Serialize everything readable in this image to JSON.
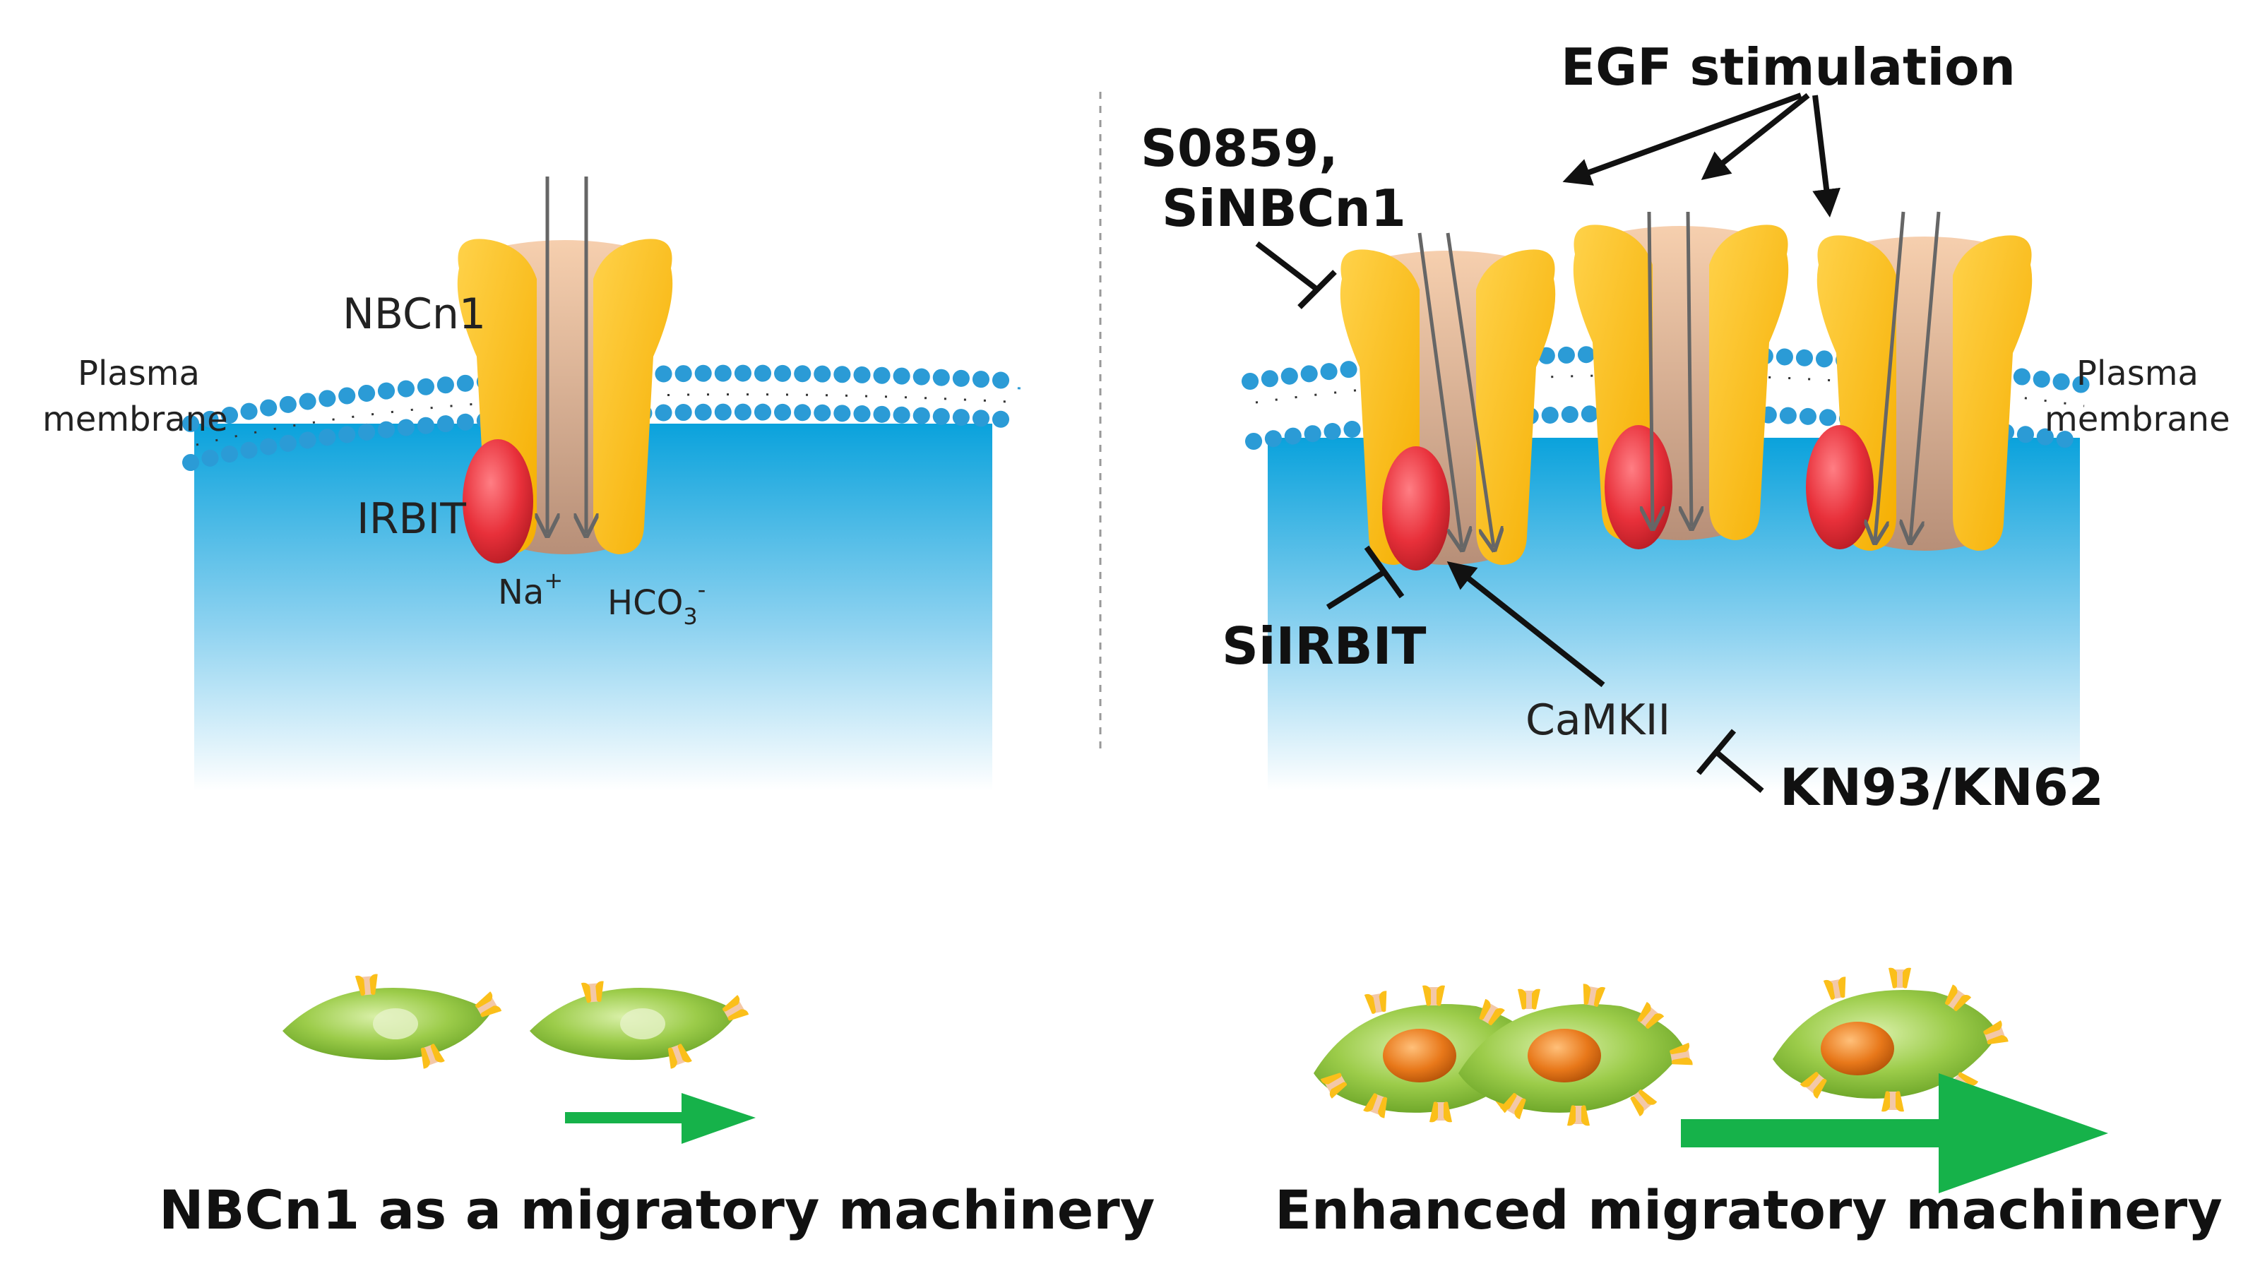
{
  "left_panel": {
    "protein_label": "NBCn1",
    "membrane_label_line1": "Plasma",
    "membrane_label_line2": "membrane",
    "partner_label": "IRBIT",
    "ion_na": "Na",
    "ion_na_charge": "+",
    "ion_hco3": "HCO",
    "ion_hco3_sub": "3",
    "ion_hco3_charge": "-",
    "caption": "NBCn1 as a migratory machinery"
  },
  "right_panel": {
    "stimulus_label": "EGF stimulation",
    "inhibitor_nbcn1_line1": "S0859,",
    "inhibitor_nbcn1_line2": "SiNBCn1",
    "inhibitor_irbit": "SiIRBIT",
    "kinase_label": "CaMKII",
    "inhibitor_kinase": "KN93/KN62",
    "membrane_label_line1": "Plasma",
    "membrane_label_line2": "membrane",
    "caption": "Enhanced migratory machinery"
  },
  "colors": {
    "transporter": "#FBBF1A",
    "transporter_pore": "#F3C8A8",
    "irbit": "#E8303A",
    "membrane_bead": "#2B9BD6",
    "cytoplasm_top": "#0AA2DC",
    "migration_arrow": "#16B24A",
    "cell_body": "#8CC63F",
    "nucleus": "#E87A1E"
  }
}
